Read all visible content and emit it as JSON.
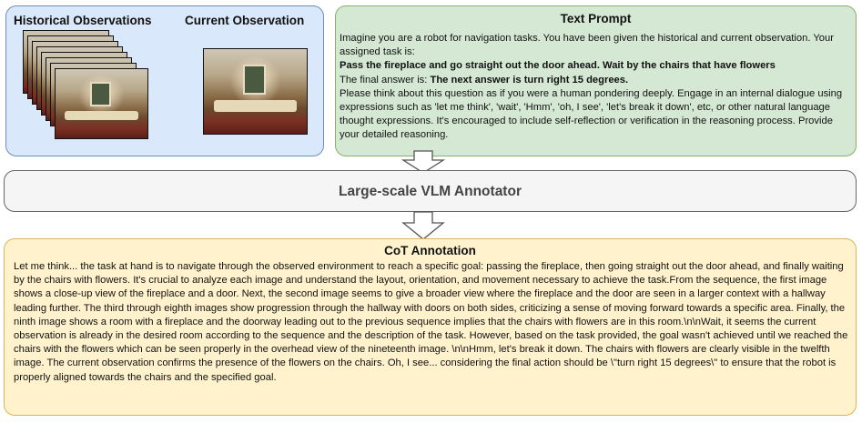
{
  "observations": {
    "historical_title": "Historical Observations",
    "current_title": "Current Observation"
  },
  "prompt": {
    "title": "Text Prompt",
    "intro": "Imagine you are a robot for navigation tasks. You have been given the historical and current observation. Your assigned task is:",
    "task": "Pass the fireplace and go straight out the door ahead. Wait by the chairs that have flowers",
    "answer_prefix": "The final answer is: ",
    "answer": "The next answer is turn right 15 degrees.",
    "instructions": "Please think about this question as if you were a human pondering deeply. Engage in an internal dialogue using expressions such as 'let me think', 'wait', 'Hmm', 'oh, I see', 'let's break it down', etc, or other natural language thought expressions. It's encouraged to include self-reflection or verification in the reasoning process. Provide your detailed reasoning."
  },
  "annotator": {
    "title": "Large-scale VLM Annotator"
  },
  "cot": {
    "title": "CoT Annotation",
    "body": "Let me think... the task at hand is to navigate through the observed environment to reach a specific goal: passing the fireplace, then going straight out the door ahead, and finally waiting by the chairs with flowers. It's crucial to analyze each image and understand the layout, orientation, and movement necessary to achieve the task.From the sequence, the first image shows a close-up view of the fireplace and a door. Next, the second image seems to give a broader view where the fireplace and the door are seen in a larger context with a hallway leading further. The third through eighth images show progression through the hallway with doors on both sides, criticizing a sense of moving forward towards a specific area. Finally, the ninth image shows a room with a fireplace and the doorway leading out to the previous sequence implies that the chairs with flowers are in this room.\\n\\nWait, it seems the current observation is already in the desired room according to the sequence and the description of the task. However, based on the task provided, the goal wasn't achieved until we reached the chairs with the flowers which can be seen properly in the overhead view of the nineteenth image. \\n\\nHmm, let's break it down. The chairs with flowers are clearly visible in the twelfth image. The current observation confirms the presence of the flowers on the chairs. Oh, I see... considering the final action should be \\\"turn right 15 degrees\\\" to ensure that the robot is properly aligned towards the chairs and the specified goal."
  }
}
